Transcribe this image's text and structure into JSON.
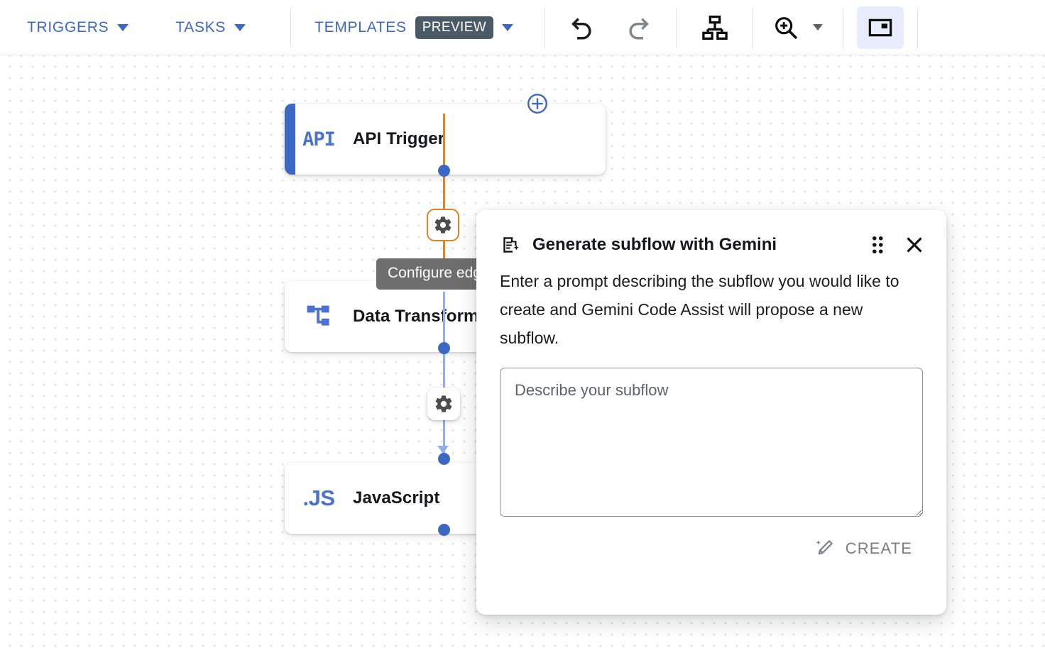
{
  "toolbar": {
    "menus": [
      {
        "label": "TRIGGERS",
        "icon": "chevron-down-icon"
      },
      {
        "label": "TASKS",
        "icon": "chevron-down-icon"
      }
    ],
    "templates": {
      "label": "TEMPLATES",
      "badge": "PREVIEW",
      "icon": "chevron-down-icon"
    },
    "actions": [
      {
        "name": "undo-icon",
        "title": "Undo",
        "state": "enabled"
      },
      {
        "name": "redo-icon",
        "title": "Redo",
        "state": "disabled"
      },
      {
        "name": "auto-layout-icon",
        "title": "Auto layout"
      },
      {
        "name": "zoom-in-icon",
        "title": "Zoom"
      },
      {
        "name": "minimap-icon",
        "title": "Toggle minimap",
        "state": "active"
      }
    ],
    "accent_color": "#3c68c4",
    "badge_color": "#4b5a66",
    "active_button_bg": "#e8ecfb"
  },
  "canvas": {
    "nodes": [
      {
        "id": "api-trigger",
        "label": "API Trigger",
        "icon": "api-icon",
        "icon_text": "API",
        "accent_bar": "#3c68c4",
        "has_accent_bar": true
      },
      {
        "id": "data-transformer",
        "label": "Data Transform",
        "icon": "data-transformer-icon",
        "has_accent_bar": false
      },
      {
        "id": "javascript",
        "label": "JavaScript",
        "icon": "js-icon",
        "icon_text": ".JS",
        "has_accent_bar": false
      }
    ],
    "edges": [
      {
        "from": "api-trigger",
        "to": "data-transformer",
        "color": "#dd8322",
        "state": "hovered",
        "button": "gear-icon"
      },
      {
        "from": "data-transformer",
        "to": "javascript",
        "color": "#90aeea",
        "state": "default",
        "button": "gear-icon"
      }
    ],
    "add_node_button": {
      "icon": "plus-circle-icon",
      "color": "#3c68c4"
    },
    "tooltip": {
      "text": "Configure edge",
      "bg": "#6e6e6e"
    }
  },
  "dialog": {
    "title": "Generate subflow with Gemini",
    "title_icon": "gemini-note-sparkle-icon",
    "drag_handle_icon": "drag-handle-icon",
    "close_icon": "close-icon",
    "description": "Enter a prompt describing the subflow you would like to create and Gemini Code Assist will propose a new subflow.",
    "textarea": {
      "value": "",
      "placeholder": "Describe your subflow"
    },
    "create_button": {
      "label": "CREATE",
      "icon": "magic-wand-icon",
      "state": "disabled",
      "color": "#7b7f85"
    }
  }
}
